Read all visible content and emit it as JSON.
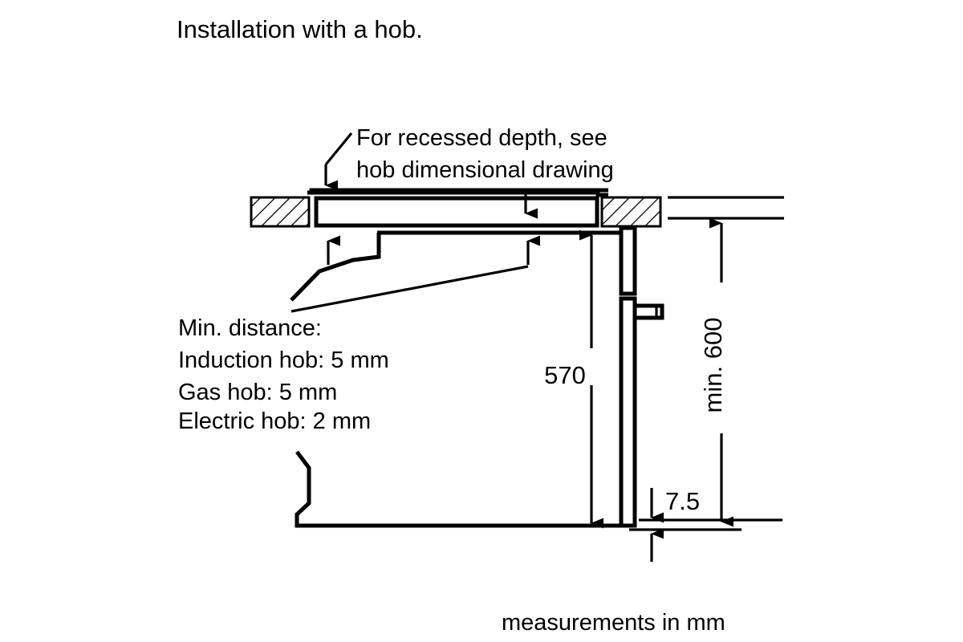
{
  "title": "Installation with a hob.",
  "annotations": {
    "recessed_depth": {
      "line1": "For recessed depth, see",
      "line2": "hob dimensional drawing"
    },
    "min_distance": {
      "heading": "Min. distance:",
      "induction": "Induction hob: 5 mm",
      "gas": "Gas hob: 5 mm",
      "electric": "Electric hob: 2 mm"
    }
  },
  "dimensions": {
    "oven_height": "570",
    "niche_height": "min. 600",
    "gap": "7.5"
  },
  "footer": "measurements in mm",
  "colors": {
    "line": "#000000",
    "background": "#ffffff"
  },
  "chart_data": {
    "type": "table",
    "title": "Installation with a hob.",
    "units": "mm",
    "rows": [
      {
        "label": "Oven height (570)",
        "value": 570
      },
      {
        "label": "Niche height (min. 600)",
        "value": 600
      },
      {
        "label": "Gap below oven (7.5)",
        "value": 7.5
      },
      {
        "label": "Min. distance induction hob",
        "value": 5
      },
      {
        "label": "Min. distance gas hob",
        "value": 5
      },
      {
        "label": "Min. distance electric hob",
        "value": 2
      }
    ]
  }
}
